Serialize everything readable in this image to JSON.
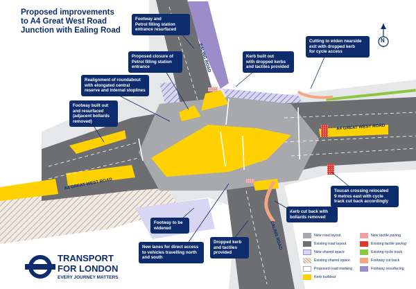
{
  "title": {
    "line1": "Proposed improvements",
    "line2": "to A4 Great West Road",
    "line3": "Junction with Ealing Road"
  },
  "compass": {
    "letter": "N"
  },
  "road_names": {
    "ealing_north": "EALING ROAD",
    "ealing_south": "EALING ROAD",
    "a4_east": "A4 GREAT WEST ROAD",
    "a4_west": "A4 GREAT WEST ROAD"
  },
  "callouts": {
    "footway_petrol": [
      "Footway and",
      "Petrol filling station",
      "entrance resurfaced"
    ],
    "kerb_north": [
      "Kerb built out",
      "with dropped kerbs",
      "and tactiles provided"
    ],
    "cutting": [
      "Cutting to widen nearside",
      "exit with dropped kerb",
      "for cycle access"
    ],
    "closure": [
      "Proposed closure of",
      "Petrol filling station",
      "entrance"
    ],
    "realignment": [
      "Realignment of roundabout",
      "with elongated central",
      "reserve and internal stoplines"
    ],
    "footway_built": [
      "Footway built out",
      "and resurfaced",
      "(adjacent bollards",
      "removed)"
    ],
    "toucan": [
      "Toucan crossing relocated",
      "9 metres east with cycle",
      "track cut back accordingly"
    ],
    "kerb_cut": [
      "Kerb cut back with",
      "bollards removed"
    ],
    "footway_widened": [
      "Footway to be",
      "widened"
    ],
    "new_lanes": [
      "New lanes for direct access",
      "to vehicles travelling north",
      "and south"
    ],
    "dropped_kerb": [
      "Dropped kerb",
      "and tactiles",
      "provided"
    ]
  },
  "legend": {
    "items": [
      {
        "label": "New road layout",
        "color": "#a7a9ac"
      },
      {
        "label": "Existing road layout",
        "color": "#6d6e71"
      },
      {
        "label": "New shared space",
        "color": "#d7d7f3"
      },
      {
        "label": "Existing shared space",
        "color": "#e8dcd0"
      },
      {
        "label": "Proposed road marking",
        "color": "#ffffff"
      },
      {
        "label": "Kerb buildout",
        "color": "#ffd100"
      },
      {
        "label": "New tactile paving",
        "color": "#e9a3a0"
      },
      {
        "label": "Existing tactile paving",
        "color": "#e23b2e"
      },
      {
        "label": "Existing cycle track",
        "color": "#8dc63f"
      },
      {
        "label": "Footway cut back",
        "color": "#f4a582"
      },
      {
        "label": "Footway resurfacing",
        "color": "#9b8dc9"
      }
    ]
  },
  "logo": {
    "line1": "TRANSPORT",
    "line2": "FOR LONDON",
    "line3": "EVERY JOURNEY MATTERS"
  },
  "colors": {
    "navy": "#0d2c6e",
    "road": "#6d6e71",
    "new_road": "#a7a9ac",
    "yellow": "#ffd100",
    "purple": "#9b8dc9",
    "cycle": "#8dc63f",
    "tfl_red": "#dc241f"
  }
}
